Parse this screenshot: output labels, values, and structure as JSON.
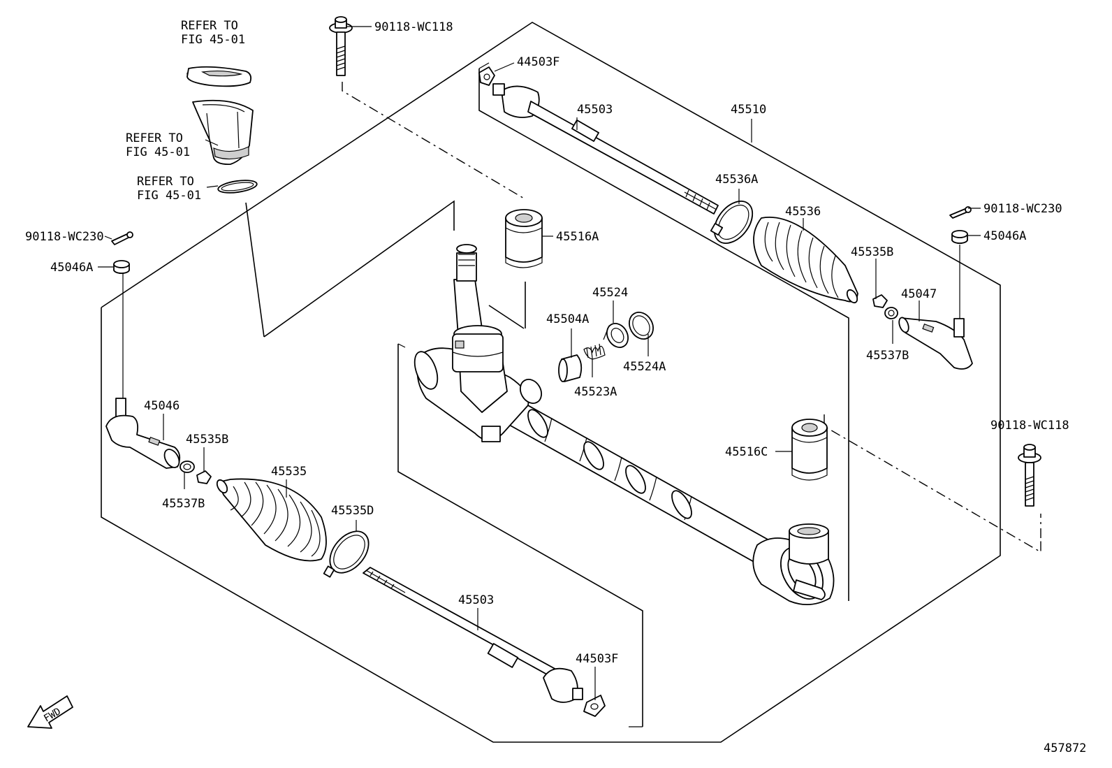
{
  "diagram_id": "457872",
  "fwd_label": "FWD",
  "labels": {
    "refer1": [
      "REFER TO",
      "FIG 45-01"
    ],
    "refer2": [
      "REFER TO",
      "FIG 45-01"
    ],
    "refer3": [
      "REFER TO",
      "FIG 45-01"
    ],
    "bolt_top": "90118-WC118",
    "bolt_right": "90118-WC118",
    "pin_left": "90118-WC230",
    "pin_right": "90118-WC230",
    "nut_left": "45046A",
    "nut_right": "45046A",
    "tie_end_left": "45046",
    "tie_end_right": "45047",
    "lock_left": "45535B",
    "lock_right": "45535B",
    "bush_left": "45537B",
    "bush_right": "45537B",
    "boot_left": "45535",
    "boot_right": "45536",
    "clamp_left": "45535D",
    "clamp_right": "45536A",
    "rod_left": "45503",
    "rod_right": "45503",
    "washer_left": "44503F",
    "washer_right": "44503F",
    "mount_a": "45516A",
    "mount_c": "45516C",
    "guide": "45504A",
    "spring": "45523A",
    "cap": "45524",
    "oring": "45524A",
    "rack_assy": "45510"
  }
}
